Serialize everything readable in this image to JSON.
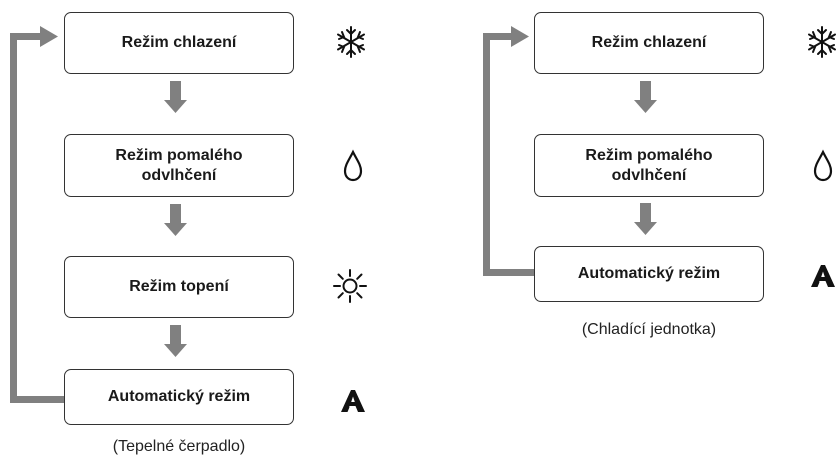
{
  "left_diagram": {
    "steps": [
      {
        "label": "Režim chlazení",
        "icon": "snowflake-icon"
      },
      {
        "label_line1": "Režim pomalého",
        "label_line2": "odvlhčení",
        "icon": "water-drop-icon"
      },
      {
        "label": "Režim topení",
        "icon": "sun-icon"
      },
      {
        "label": "Automatický režim",
        "icon": "auto-mode-icon"
      }
    ],
    "caption": "(Tepelné čerpadlo)"
  },
  "right_diagram": {
    "steps": [
      {
        "label": "Režim chlazení",
        "icon": "snowflake-icon"
      },
      {
        "label_line1": "Režim pomalého",
        "label_line2": "odvlhčení",
        "icon": "water-drop-icon"
      },
      {
        "label": "Automatický režim",
        "icon": "auto-mode-icon"
      }
    ],
    "caption": "(Chladící jednotka)"
  },
  "colors": {
    "arrow": "#808080",
    "border": "#333333",
    "text": "#1a1a1a"
  }
}
